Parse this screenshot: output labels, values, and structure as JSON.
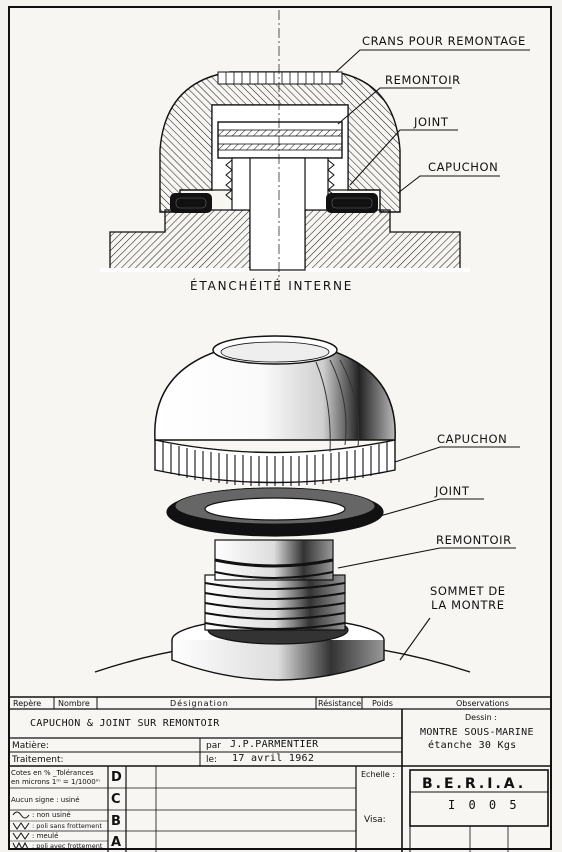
{
  "upper_figure": {
    "callouts": {
      "crans": "CRANS POUR REMONTAGE",
      "remontoir": "REMONTOIR",
      "joint": "JOINT",
      "capuchon": "CAPUCHON"
    },
    "caption": "ÉTANCHÉITÉ INTERNE"
  },
  "lower_figure": {
    "callouts": {
      "capuchon": "CAPUCHON",
      "joint": "JOINT",
      "remontoir": "REMONTOIR",
      "sommet": "SOMMET DE\nLA MONTRE"
    }
  },
  "title_block": {
    "headers": {
      "repere": "Repère",
      "nombre": "Nombre",
      "designation": "Désignation",
      "resistance": "Résistance",
      "poids": "Poids",
      "observations": "Observations"
    },
    "title": "CAPUCHON & JOINT SUR REMONTOIR",
    "dessin_label": "Dessin :",
    "dessin_line1": "MONTRE SOUS-MARINE",
    "dessin_line2": "étanche 30 Kgs",
    "matiere_label": "Matière:",
    "traitement_label": "Traitement:",
    "par_label": "par",
    "par_value": "J.P.PARMENTIER",
    "le_label": "le:",
    "le_value": "17 avril 1962",
    "cotes_line1": "Cotes en % _Tolérances",
    "cotes_line2": "en microns 1ᵐ = 1/1000ᵐ",
    "aucun_signe": "Aucun signe : usiné",
    "non_usine": ": non usiné",
    "poli_sans": ": poli sans frottement",
    "meule": ": meulé",
    "poli_avec": ": poli avec frottement",
    "letters": [
      "D",
      "C",
      "B",
      "A"
    ],
    "echelle_label": "Echelle :",
    "visa_label": "Visa:",
    "company": "B.E.R.I.A.",
    "drawing_number": "I 0 0 5"
  }
}
